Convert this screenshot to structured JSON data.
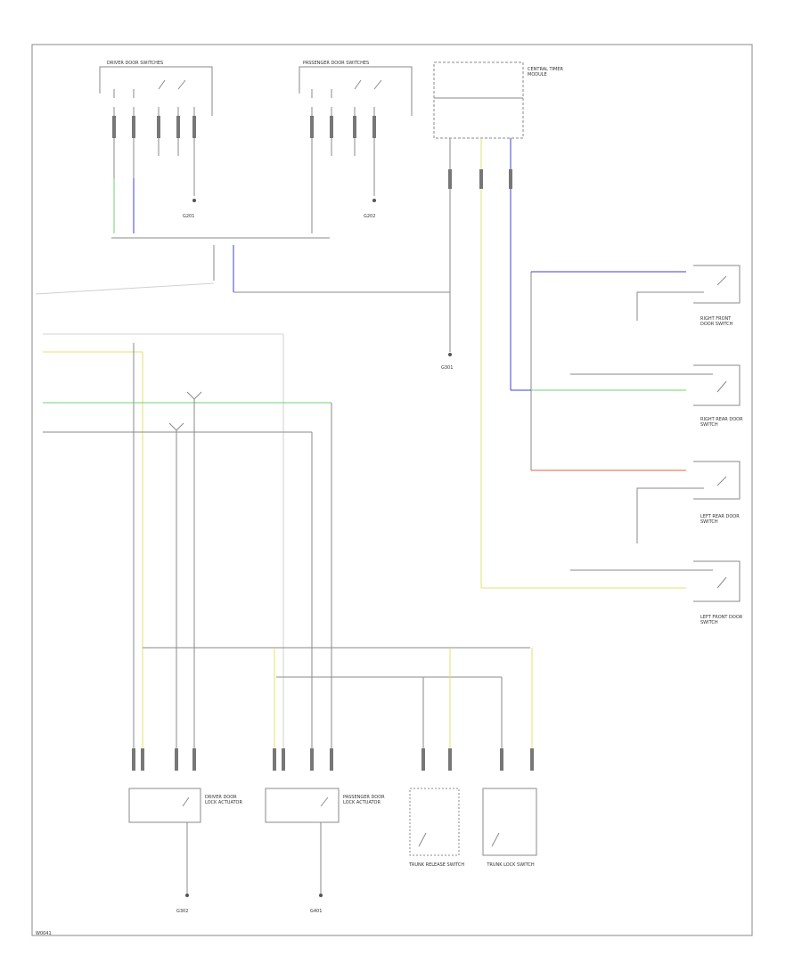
{
  "labels": {
    "footer_code": "W0041",
    "control_module": "CENTRAL TIMER MODULE",
    "driver_door_switch_cluster": "DRIVER DOOR SWITCHES",
    "passenger_door_switch_cluster": "PASSENGER DOOR SWITCHES",
    "driver_mirror_switch": "DRIVER DOOR LOCK ACTUATOR",
    "passenger_mirror_switch": "PASSENGER DOOR LOCK ACTUATOR",
    "trunk_release_switch": "TRUNK RELEASE SWITCH",
    "trunk_lock_switch": "TRUNK LOCK SWITCH",
    "rf_door_switch": "RIGHT FRONT DOOR SWITCH",
    "rr_door_switch": "RIGHT REAR DOOR SWITCH",
    "lr_door_switch": "LEFT REAR DOOR SWITCH",
    "lf_door_switch": "LEFT FRONT DOOR SWITCH",
    "ground_1": "G201",
    "ground_2": "G202",
    "ground_3": "G301",
    "ground_4": "G302",
    "ground_5": "G401"
  },
  "colors": {
    "wire_default": "#8a8a8a",
    "wire_green": "#6fd36f",
    "wire_blue": "#4040d0",
    "wire_yellow": "#e0e070",
    "wire_red": "#e06040",
    "wire_light": "#d0d0d0"
  }
}
